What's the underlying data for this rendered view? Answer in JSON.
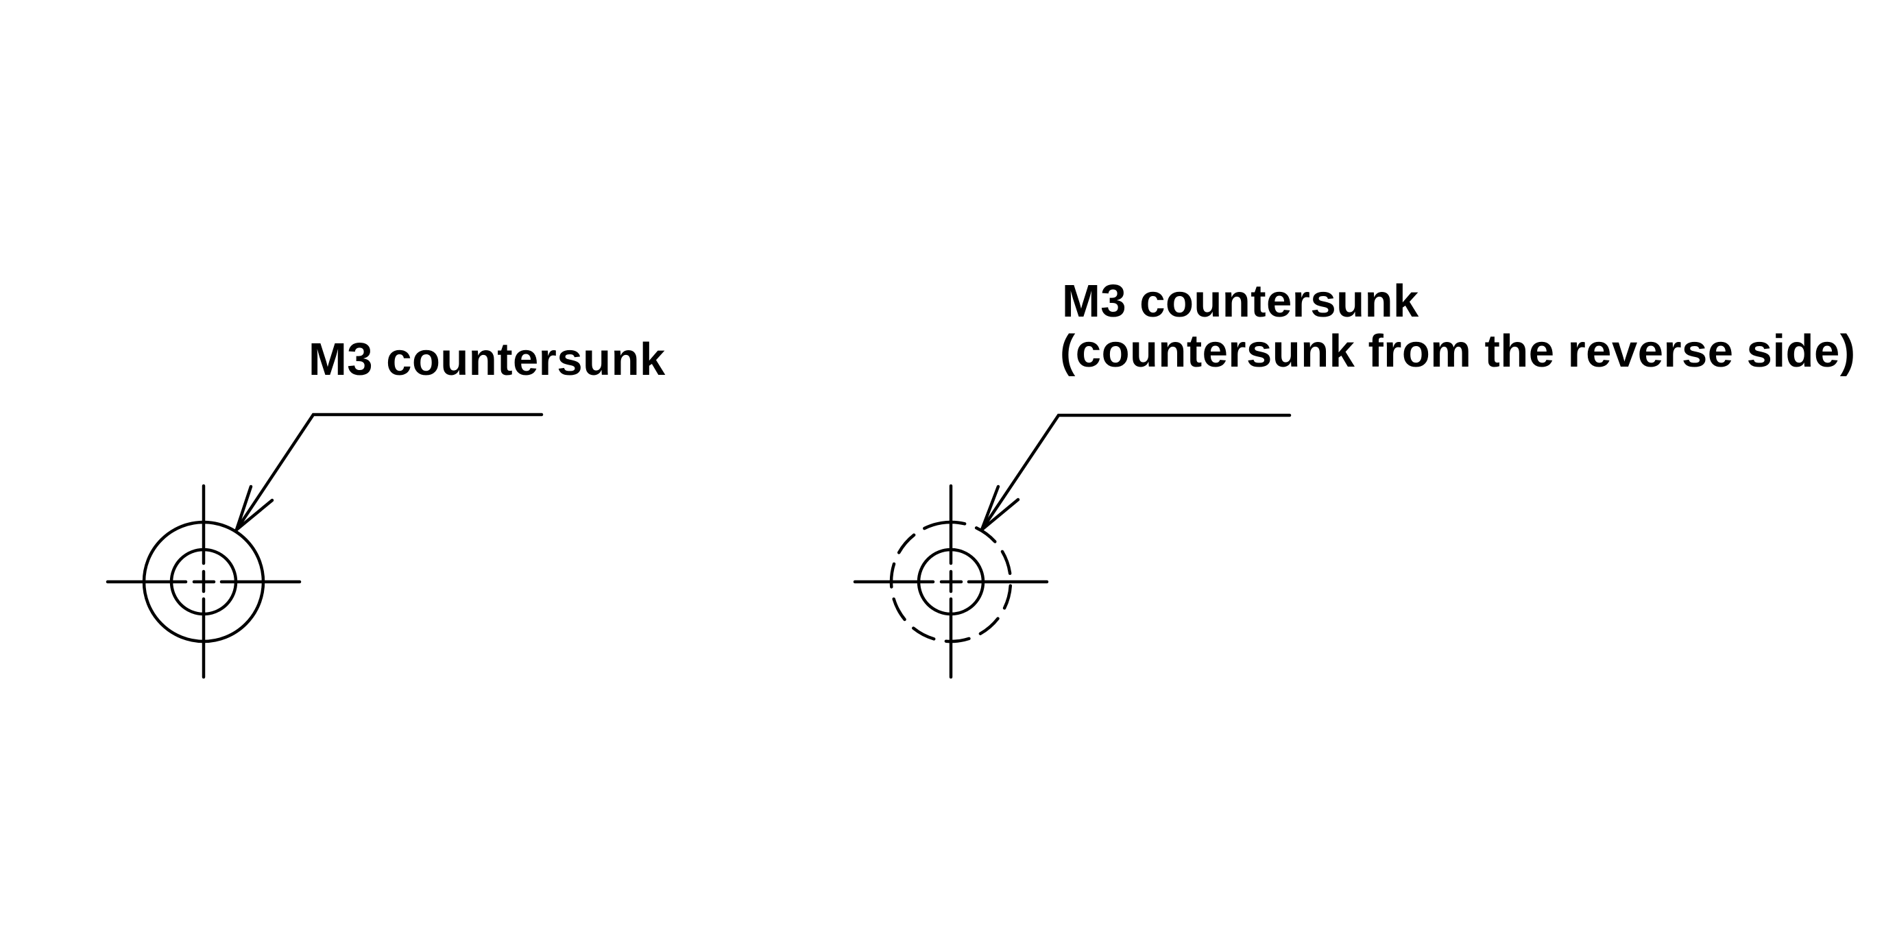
{
  "drawing": {
    "background": "#ffffff",
    "line_color": "#000000",
    "callouts": [
      {
        "id": "left",
        "lines": [
          "M3 countersunk"
        ],
        "symbol": "through hole with countersink visible (solid outer circle)"
      },
      {
        "id": "right",
        "lines": [
          "M3 countersunk",
          "(countersunk from the reverse side)"
        ],
        "symbol": "through hole with countersink hidden (dashed outer circle)"
      }
    ]
  }
}
